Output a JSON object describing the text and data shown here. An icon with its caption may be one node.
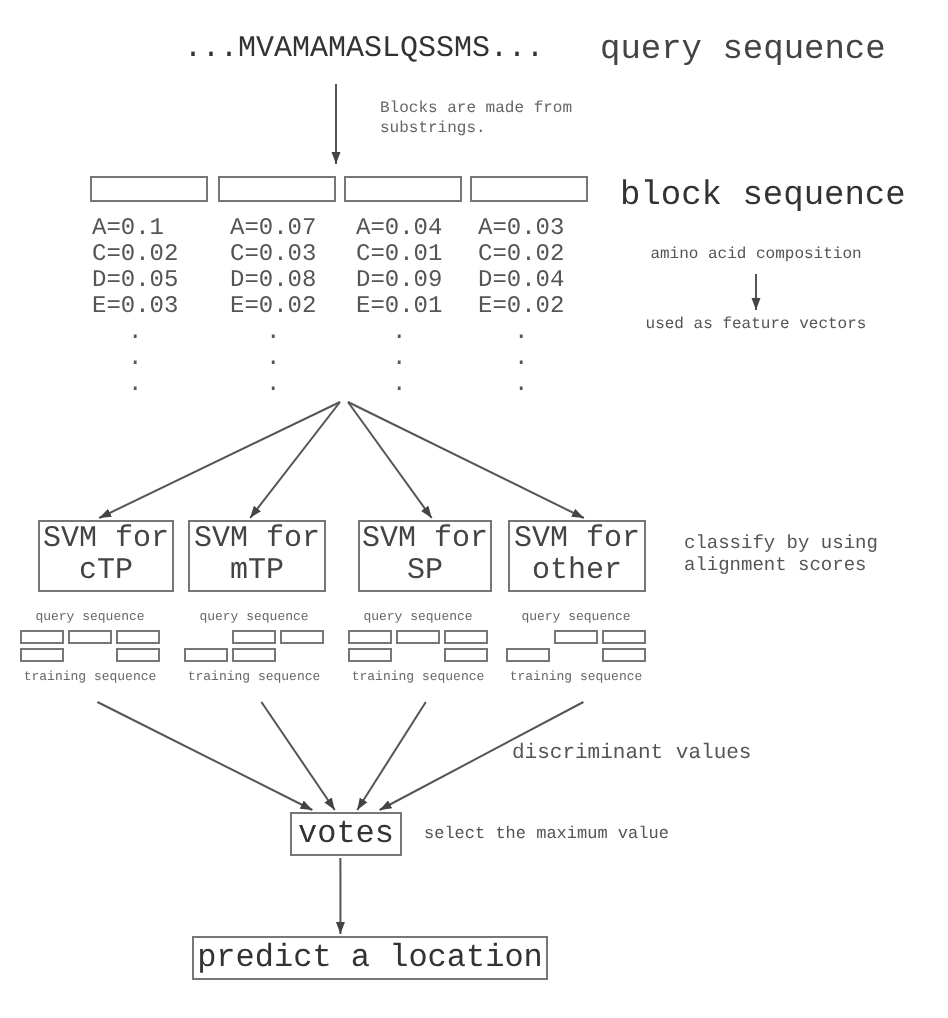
{
  "diagram": {
    "nodes": [
      {
        "text": [
          "...MVAMAMASLQSSMS..."
        ],
        "beside": [
          "query sequence"
        ]
      },
      {
        "text": [],
        "shape": "box"
      },
      {
        "text": [],
        "shape": "box"
      },
      {
        "text": [],
        "shape": "box"
      },
      {
        "text": [],
        "shape": "box"
      },
      {
        "text": [
          "A=0.1",
          "C=0.02",
          "D=0.05",
          "E=0.03",
          ".",
          ".",
          "."
        ]
      },
      {
        "text": [
          "A=0.07",
          "C=0.03",
          "D=0.08",
          "E=0.02",
          ".",
          ".",
          "."
        ]
      },
      {
        "text": [
          "A=0.04",
          "C=0.01",
          "D=0.09",
          "E=0.01",
          ".",
          ".",
          "."
        ]
      },
      {
        "text": [
          "A=0.03",
          "C=0.02",
          "D=0.04",
          "E=0.02",
          ".",
          ".",
          "."
        ]
      },
      {
        "text": [
          "amino acid composition"
        ]
      },
      {
        "text": [
          "used as feature vectors"
        ]
      },
      {
        "text": [
          "SVM for cTP"
        ]
      },
      {
        "text": [
          "SVM for mTP"
        ]
      },
      {
        "text": [
          "SVM for SP"
        ]
      },
      {
        "text": [
          "SVM for other"
        ]
      },
      {
        "text": [
          "query sequence",
          "training sequence"
        ]
      },
      {
        "text": [
          "query sequence",
          "training sequence"
        ]
      },
      {
        "text": [
          "query sequence",
          "training sequence"
        ]
      },
      {
        "text": [
          "query sequence",
          "training sequence"
        ]
      },
      {
        "text": [
          "votes"
        ],
        "beside": [
          "select the maximum value"
        ]
      },
      {
        "text": [
          "predict a location"
        ]
      }
    ],
    "edges": [
      {
        "from": 0,
        "to": 2,
        "arrow": "to"
      },
      {
        "from": 9,
        "to": 10,
        "arrow": "to"
      },
      {
        "from": 6,
        "to": 11,
        "arrow": "to"
      },
      {
        "from": 6,
        "to": 12,
        "arrow": "to"
      },
      {
        "from": 7,
        "to": 13,
        "arrow": "to"
      },
      {
        "from": 7,
        "to": 14,
        "arrow": "to"
      },
      {
        "from": 15,
        "to": 19,
        "arrow": "to"
      },
      {
        "from": 16,
        "to": 19,
        "arrow": "to"
      },
      {
        "from": 17,
        "to": 19,
        "arrow": "to"
      },
      {
        "from": 18,
        "to": 19,
        "arrow": "to"
      },
      {
        "from": 19,
        "to": 20,
        "arrow": "to"
      }
    ],
    "labels": [
      "Blocks are made from substrings.",
      "block sequence",
      "classify by using alignment scores",
      "discriminant values"
    ]
  }
}
